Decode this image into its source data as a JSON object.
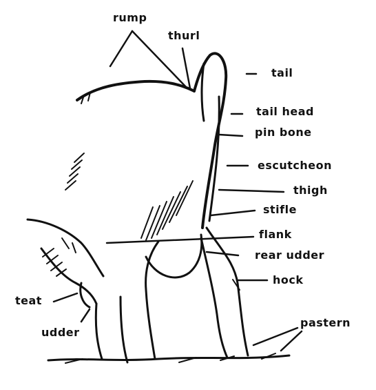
{
  "diagram": {
    "labels": {
      "rump": "rump",
      "thurl": "thurl",
      "tail": "tail",
      "tail_head": "tail head",
      "pin_bone": "pin bone",
      "escutcheon": "escutcheon",
      "thigh": "thigh",
      "stifle": "stifle",
      "flank": "flank",
      "rear_udder": "rear udder",
      "hock": "hock",
      "teat": "teat",
      "udder": "udder",
      "pastern": "pastern"
    },
    "colors": {
      "ink": "#111111",
      "paper": "#ffffff"
    }
  }
}
